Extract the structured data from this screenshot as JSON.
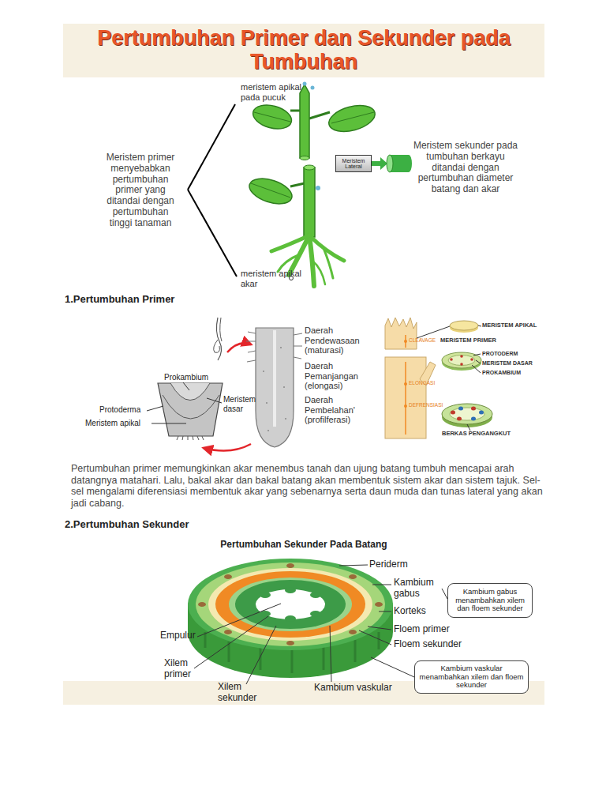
{
  "diagram": {
    "title": "Pertumbuhan Primer dan Sekunder pada Tumbuhan",
    "nodes": [
      {
        "text": [
          "Meristem Lateral"
        ]
      },
      {
        "text": [
          "Kambium gabus menambahkan xilem dan floem sekunder"
        ]
      },
      {
        "text": [
          "Kambium vaskular menambahkan xilem dan floem sekunder"
        ]
      }
    ],
    "labels": [
      "meristem apikal pada pucuk",
      "Meristem primer menyebabkan pertumbuhan primer yang ditandai dengan pertumbuhan tinggi tanaman",
      "Meristem sekunder pada tumbuhan berkayu ditandai dengan pertumbuhan diameter batang dan akar",
      "meristem apikal akar",
      "1.Pertumbuhan Primer",
      "Prokambium",
      "Protoderma",
      "Meristem dasar",
      "Meristem apikal",
      "Daerah Pendewasaan (maturasi)",
      "Daerah Pemanjangan (elongasi)",
      "Daerah Pembelahan' (profilferasi)",
      "MERISTEM APIKAL",
      "CLEAVAGE",
      "MERISTEM PRIMER",
      "PROTODERM",
      "MERISTEM DASAR",
      "PROKAMBIUM",
      "ELONGASI",
      "DEFRENSIASI",
      "BERKAS PENGANGKUT",
      "Pertumbuhan primer memungkinkan akar menembus tanah dan ujung batang tumbuh mencapai arah datangnya matahari. Lalu, bakal akar dan bakal batang akan membentuk sistem akar dan sistem tajuk. Sel-sel mengalami diferensiasi membentuk akar yang sebenarnya serta daun muda dan tunas lateral yang akan jadi cabang.",
      "2.Pertumbuhan Sekunder",
      "Pertumbuhan Sekunder Pada Batang",
      "Periderm",
      "Kambium gabus",
      "Korteks",
      "Floem primer",
      "Floem sekunder",
      "Empulur",
      "Xilem primer",
      "Xilem sekunder",
      "Kambium vaskular"
    ]
  }
}
